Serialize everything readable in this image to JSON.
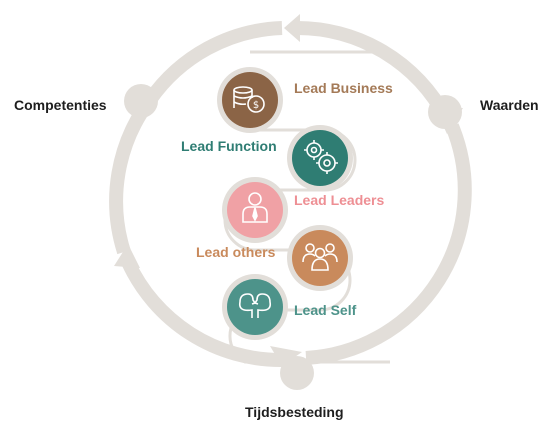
{
  "cycle": {
    "left_label": "Competenties",
    "right_label": "Waarden",
    "bottom_label": "Tijdsbesteding",
    "ring_color": "#e2ded9"
  },
  "steps": [
    {
      "label": "Lead Business",
      "icon": "coins-money-icon",
      "color": "#8b6446",
      "label_color": "#a47a57"
    },
    {
      "label": "Lead Function",
      "icon": "gears-icon",
      "color": "#2f7d73",
      "label_color": "#2f7d73"
    },
    {
      "label": "Lead Leaders",
      "icon": "leader-person-icon",
      "color": "#f0a1a5",
      "label_color": "#ee8f94"
    },
    {
      "label": "Lead others",
      "icon": "team-group-icon",
      "color": "#c98a5c",
      "label_color": "#c98a5c"
    },
    {
      "label": "Lead Self",
      "icon": "self-reflection-icon",
      "color": "#4d938a",
      "label_color": "#4d938a"
    }
  ]
}
